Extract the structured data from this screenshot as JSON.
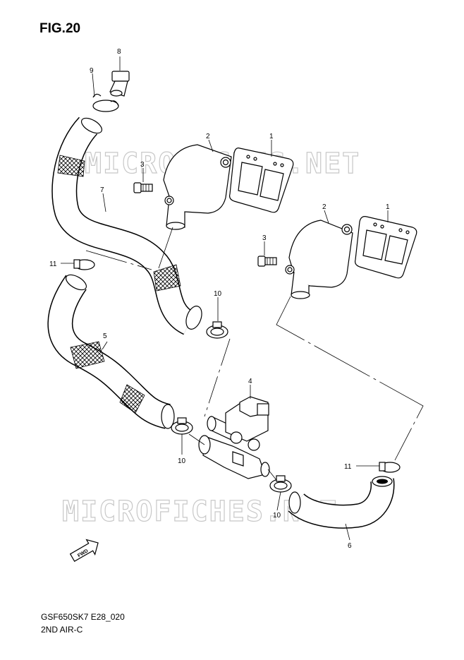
{
  "figure": {
    "title": "FIG.20",
    "model_code": "GSF650SK7 E28_020",
    "section_name": "2ND AIR-C"
  },
  "watermark": {
    "text": "MICROFICHES.NET"
  },
  "callouts": [
    {
      "id": "c1a",
      "label": "1"
    },
    {
      "id": "c1b",
      "label": "1"
    },
    {
      "id": "c2a",
      "label": "2"
    },
    {
      "id": "c2b",
      "label": "2"
    },
    {
      "id": "c3a",
      "label": "3"
    },
    {
      "id": "c3b",
      "label": "3"
    },
    {
      "id": "c4",
      "label": "4"
    },
    {
      "id": "c5",
      "label": "5"
    },
    {
      "id": "c6",
      "label": "6"
    },
    {
      "id": "c7",
      "label": "7"
    },
    {
      "id": "c8",
      "label": "8"
    },
    {
      "id": "c9",
      "label": "9"
    },
    {
      "id": "c10a",
      "label": "10"
    },
    {
      "id": "c10b",
      "label": "10"
    },
    {
      "id": "c10c",
      "label": "10"
    },
    {
      "id": "c11a",
      "label": "11"
    },
    {
      "id": "c11b",
      "label": "11"
    }
  ],
  "direction_marker": {
    "label": "FWD",
    "icon": "forward-arrow-icon"
  },
  "colors": {
    "line": "#000000",
    "watermark": "#c8c8c8",
    "background": "#ffffff"
  }
}
